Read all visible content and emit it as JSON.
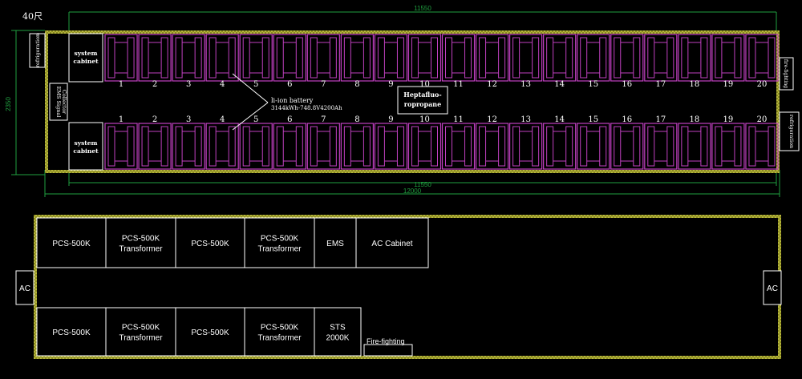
{
  "header": {
    "title": "40尺"
  },
  "dimensions": {
    "top_length": "11550",
    "inner_length": "11550",
    "outer_length": "12000",
    "height": "2350"
  },
  "top_layout": {
    "system_cabinet_label": "system\ncabinet",
    "refrigeration_left": "refrigeration",
    "ems_collector": "EMS Signal\nCollector",
    "fire_fighting_right": "fire-fighting",
    "refrigeration_right": "refrigeration",
    "battery_label_line1": "li-ion battery",
    "battery_label_line2": "3144kWh-748.8V4200Ah",
    "agent_label": "Heptafluo-\nropropane",
    "rack_numbers": [
      "1",
      "2",
      "3",
      "4",
      "5",
      "6",
      "7",
      "8",
      "9",
      "10",
      "11",
      "12",
      "13",
      "14",
      "15",
      "16",
      "17",
      "18",
      "19",
      "20"
    ]
  },
  "bottom_layout": {
    "top_row": [
      {
        "label": "PCS-500K"
      },
      {
        "label": "PCS-500K\nTransformer"
      },
      {
        "label": "PCS-500K"
      },
      {
        "label": "PCS-500K\nTransformer"
      },
      {
        "label": "EMS"
      },
      {
        "label": "AC Cabinet"
      }
    ],
    "bottom_row": [
      {
        "label": "PCS-500K"
      },
      {
        "label": "PCS-500K\nTransformer"
      },
      {
        "label": "PCS-500K"
      },
      {
        "label": "PCS-500K\nTransformer"
      },
      {
        "label": "STS\n2000K"
      }
    ],
    "ac_left": "AC",
    "ac_right": "AC",
    "fire_fighting": "Fire-fighting"
  },
  "colors": {
    "background": "#000000",
    "wall": "#b8b840",
    "rack": "#c040c0",
    "dimension": "#20a040",
    "line": "#ffffff"
  }
}
